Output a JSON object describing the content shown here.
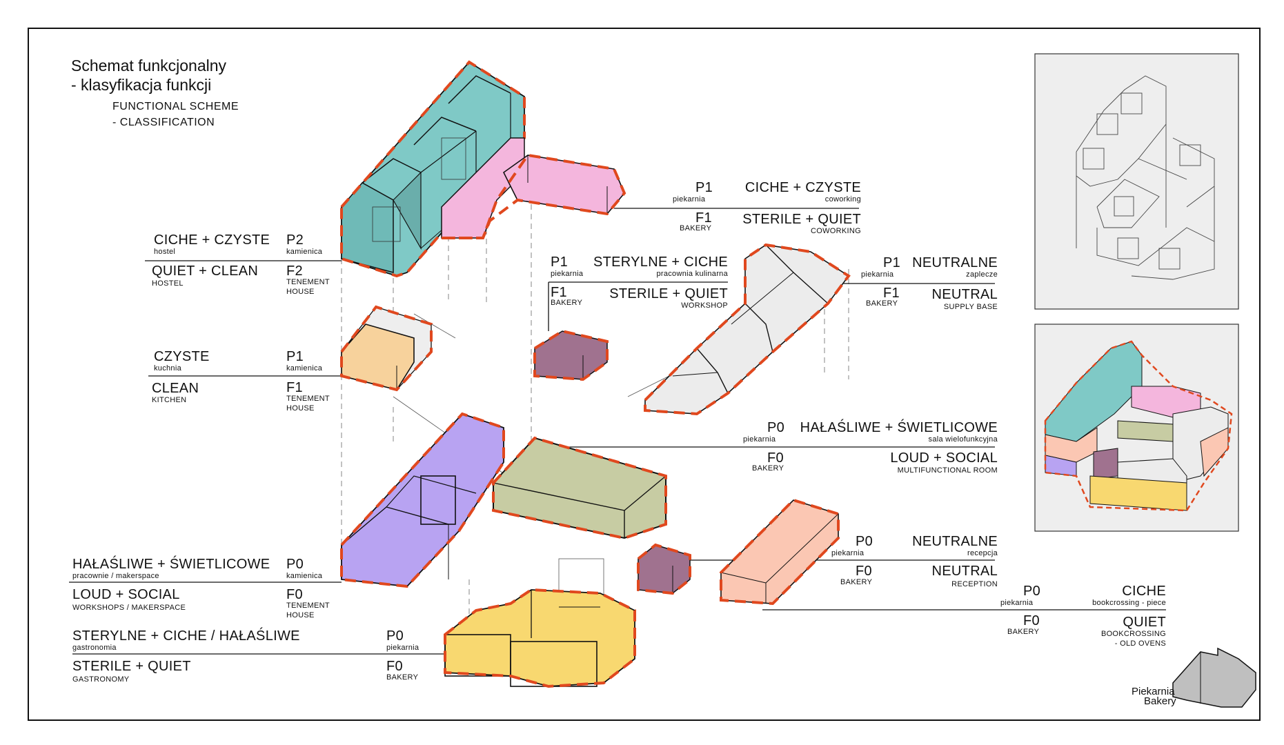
{
  "title": {
    "pl_line1": "Schemat funkcjonalny",
    "pl_line2": "- klasyfikacja funkcji",
    "en_line1": "FUNCTIONAL SCHEME",
    "en_line2": "- CLASSIFICATION"
  },
  "colors": {
    "teal": "#7fc9c6",
    "pink": "#f4b6dd",
    "orange": "#f7d29c",
    "mauve": "#a0728f",
    "grey": "#ececec",
    "purple": "#b8a3f2",
    "olive": "#c7cca3",
    "peach": "#fbc7b3",
    "yellow": "#f8d870",
    "dash": "#e0481e"
  },
  "labels": {
    "hostel": {
      "cat_pl": "CICHE + CZYSTE",
      "func_pl": "hostel",
      "cat_en": "QUIET + CLEAN",
      "func_en": "HOSTEL",
      "lvl_pl": "P2",
      "bld_pl": "kamienica",
      "lvl_en": "F2",
      "bld_en_1": "TENEMENT",
      "bld_en_2": "HOUSE"
    },
    "kitchen": {
      "cat_pl": "CZYSTE",
      "func_pl": "kuchnia",
      "cat_en": "CLEAN",
      "func_en": "KITCHEN",
      "lvl_pl": "P1",
      "bld_pl": "kamienica",
      "lvl_en": "F1",
      "bld_en_1": "TENEMENT",
      "bld_en_2": "HOUSE"
    },
    "workshops": {
      "cat_pl": "HAŁAŚLIWE + ŚWIETLICOWE",
      "func_pl": "pracownie / makerspace",
      "cat_en": "LOUD + SOCIAL",
      "func_en": "WORKSHOPS / MAKERSPACE",
      "lvl_pl": "P0",
      "bld_pl": "kamienica",
      "lvl_en": "F0",
      "bld_en_1": "TENEMENT",
      "bld_en_2": "HOUSE"
    },
    "gastro": {
      "cat_pl": "STERYLNE + CICHE / HAŁAŚLIWE",
      "func_pl": "gastronomia",
      "cat_en": "STERILE + QUIET",
      "func_en": "GASTRONOMY",
      "lvl_pl": "P0",
      "bld_pl": "piekarnia",
      "lvl_en": "F0",
      "bld_en": "BAKERY"
    },
    "coworking": {
      "lvl_pl": "P1",
      "bld_pl": "piekarnia",
      "lvl_en": "F1",
      "bld_en": "BAKERY",
      "cat_pl": "CICHE + CZYSTE",
      "func_pl": "coworking",
      "cat_en": "STERILE + QUIET",
      "func_en": "COWORKING"
    },
    "workshop": {
      "lvl_pl": "P1",
      "bld_pl": "piekarnia",
      "lvl_en": "F1",
      "bld_en": "BAKERY",
      "cat_pl": "STERYLNE + CICHE",
      "func_pl": "pracownia kulinarna",
      "cat_en": "STERILE + QUIET",
      "func_en": "WORKSHOP"
    },
    "supply": {
      "lvl_pl": "P1",
      "bld_pl": "piekarnia",
      "lvl_en": "F1",
      "bld_en": "BAKERY",
      "cat_pl": "NEUTRALNE",
      "func_pl": "zaplecze",
      "cat_en": "NEUTRAL",
      "func_en": "SUPPLY BASE"
    },
    "multi": {
      "lvl_pl": "P0",
      "bld_pl": "piekarnia",
      "lvl_en": "F0",
      "bld_en": "BAKERY",
      "cat_pl": "HAŁAŚLIWE + ŚWIETLICOWE",
      "func_pl": "sala wielofunkcyjna",
      "cat_en": "LOUD + SOCIAL",
      "func_en": "MULTIFUNCTIONAL ROOM"
    },
    "reception": {
      "lvl_pl": "P0",
      "bld_pl": "piekarnia",
      "lvl_en": "F0",
      "bld_en": "BAKERY",
      "cat_pl": "NEUTRALNE",
      "func_pl": "recepcja",
      "cat_en": "NEUTRAL",
      "func_en": "RECEPTION"
    },
    "books": {
      "lvl_pl": "P0",
      "bld_pl": "piekarnia",
      "lvl_en": "F0",
      "bld_en": "BAKERY",
      "cat_pl": "CICHE",
      "func_pl": "bookcrossing - piece",
      "cat_en": "QUIET",
      "func_en_1": "BOOKCROSSING",
      "func_en_2": "- OLD OVENS"
    }
  },
  "legend": {
    "pl": "Piekarnia",
    "en": "Bakery"
  }
}
